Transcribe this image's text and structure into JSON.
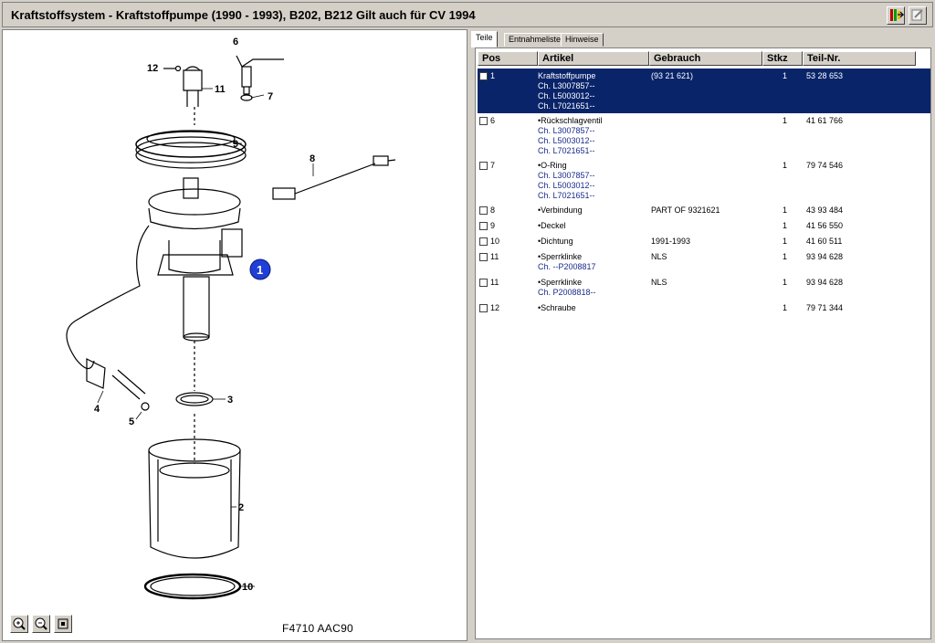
{
  "window": {
    "title": "Kraftstoffsystem - Kraftstoffpumpe    (1990 - 1993), B202, B212   Gilt auch für CV 1994"
  },
  "toolbar": {
    "icons": [
      "export-colored-icon",
      "edit-note-icon"
    ]
  },
  "diagram": {
    "figure_code": "F4710 AAC90",
    "callouts": [
      "1",
      "2",
      "3",
      "4",
      "5",
      "6",
      "7",
      "8",
      "9",
      "10",
      "11",
      "12"
    ],
    "highlight": "1",
    "zoom_buttons": [
      "zoom-in-icon",
      "zoom-out-icon",
      "fit-icon"
    ]
  },
  "tabs": [
    "Teile",
    "Entnahmeliste",
    "Hinweise"
  ],
  "table": {
    "columns": [
      "Pos",
      "Artikel",
      "Gebrauch",
      "Stkz",
      "Teil-Nr."
    ],
    "rows": [
      {
        "pos": "1",
        "artikel": "Kraftstoffpumpe",
        "gebrauch": "(93 21 621)",
        "stkz": "1",
        "teil": "53 28 653",
        "ch": [
          "Ch. L3007857--",
          "Ch. L5003012--",
          "Ch. L7021651--"
        ]
      },
      {
        "pos": "6",
        "artikel": "•Rückschlagventil",
        "gebrauch": "",
        "stkz": "1",
        "teil": "41 61 766",
        "ch": [
          "Ch. L3007857--",
          "Ch. L5003012--",
          "Ch. L7021651--"
        ]
      },
      {
        "pos": "7",
        "artikel": "•O-Ring",
        "gebrauch": "",
        "stkz": "1",
        "teil": "79 74 546",
        "ch": [
          "Ch. L3007857--",
          "Ch. L5003012--",
          "Ch. L7021651--"
        ]
      },
      {
        "pos": "8",
        "artikel": "•Verbindung",
        "gebrauch": "PART OF 9321621",
        "stkz": "1",
        "teil": "43 93 484",
        "ch": []
      },
      {
        "pos": "9",
        "artikel": "•Deckel",
        "gebrauch": "",
        "stkz": "1",
        "teil": "41 56 550",
        "ch": []
      },
      {
        "pos": "10",
        "artikel": "•Dichtung",
        "gebrauch": "1991-1993",
        "stkz": "1",
        "teil": "41 60 511",
        "ch": []
      },
      {
        "pos": "11",
        "artikel": "•Sperrklinke",
        "gebrauch": "NLS",
        "stkz": "1",
        "teil": "93 94 628",
        "ch": [
          "Ch. --P2008817"
        ]
      },
      {
        "pos": "11",
        "artikel": "•Sperrklinke",
        "gebrauch": "NLS",
        "stkz": "1",
        "teil": "93 94 628",
        "ch": [
          "Ch. P2008818--"
        ]
      },
      {
        "pos": "12",
        "artikel": "•Schraube",
        "gebrauch": "",
        "stkz": "1",
        "teil": "79 71 344",
        "ch": []
      }
    ]
  }
}
